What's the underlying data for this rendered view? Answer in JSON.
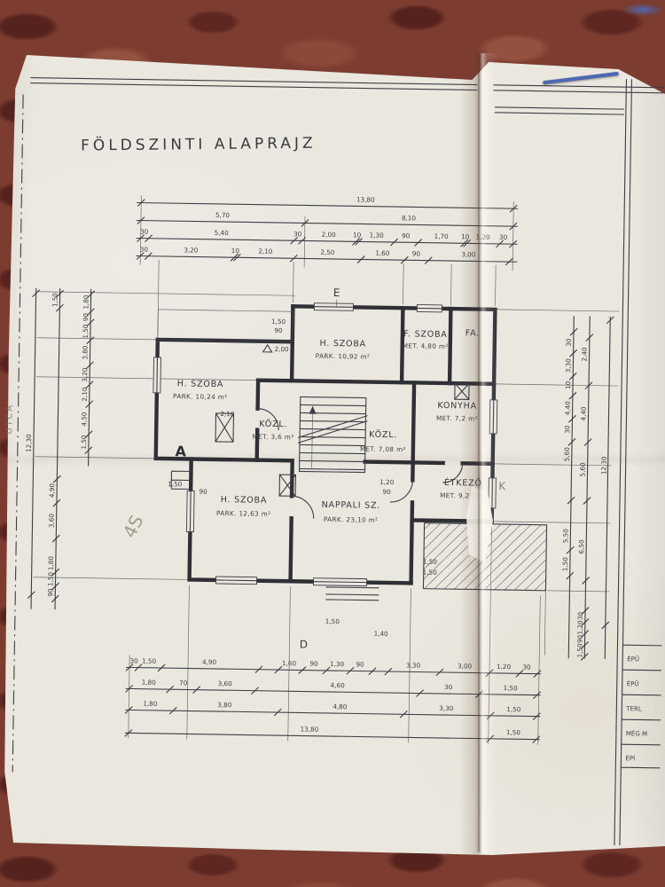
{
  "title": "FÖLDSZINTI ALAPRAJZ",
  "markers": {
    "e": "E",
    "a": "A",
    "k": "K",
    "d": "D",
    "pencil": "4S",
    "street": "UTCA"
  },
  "rooms": [
    {
      "name": "H. SZOBA",
      "detail": "PARK. 10,24 m²"
    },
    {
      "name": "H. SZOBA",
      "detail": "PARK. 10,92 m²"
    },
    {
      "name": "F. SZOBA",
      "detail": "MET. 4,80 m²"
    },
    {
      "name": "FA.",
      "detail": ""
    },
    {
      "name": "KONYHA",
      "detail": "MET. 7,2 m²"
    },
    {
      "name": "KÖZL.",
      "detail": "MET. 3,6 m²"
    },
    {
      "name": "KÖZL.",
      "detail": "MET. 7,08 m²"
    },
    {
      "name": "H. SZOBA",
      "detail": "PARK. 12,63 m²"
    },
    {
      "name": "NAPPALI SZ.",
      "detail": "PARK. 23,10 m²"
    },
    {
      "name": "ÉTKEZŐ",
      "detail": "MET. 9,20 m²"
    }
  ],
  "dims": {
    "top": {
      "r1": [
        "13,80"
      ],
      "r2": [
        "5,70",
        "8,10"
      ],
      "r3": [
        "30",
        "5,40",
        "30",
        "2,00",
        "10",
        "1,30",
        "90",
        "1,70",
        "10",
        "1,20",
        "30"
      ],
      "r4": [
        "30",
        "3,20",
        "10",
        "2,10",
        "2,50",
        "1,60",
        "90",
        "3,00"
      ]
    },
    "bottom": {
      "r1": [
        "30",
        "1,50",
        "4,90",
        "1,60",
        "90",
        "1,30",
        "90",
        "3,30",
        "3,00",
        "1,20",
        "30"
      ],
      "r2": [
        "1,80",
        "70",
        "3,60",
        "4,60",
        "30",
        "1,50"
      ],
      "r3": [
        "1,80",
        "3,80",
        "4,80",
        "3,30",
        "1,50"
      ],
      "r4": [
        "13,80",
        "1,50"
      ]
    },
    "left": {
      "inner": [
        "1,80",
        "90",
        "1,50",
        "3,80",
        "3,20",
        "2,10",
        "4,50",
        "1,50"
      ],
      "outer": [
        "1,50",
        "4,90",
        "3,60",
        "1,80",
        "1,50",
        "90"
      ],
      "overall": "12,30"
    },
    "right": {
      "inner": [
        "30",
        "3,30",
        "10",
        "4,40",
        "30",
        "5,60",
        "5,50",
        "1,50"
      ],
      "outer": [
        "2,40",
        "4,40",
        "5,60",
        "6,50"
      ],
      "overall": "12,30",
      "cluster": [
        "30",
        "1,20",
        "90",
        "1,50"
      ]
    },
    "interior": [
      "2,10",
      "1,50",
      "90",
      "1,20",
      "90",
      "1,50",
      "1,50",
      "1,40",
      "1,50",
      "90",
      "2,00",
      "1,50"
    ]
  },
  "titleblock": {
    "rows": [
      "ÉPÜ",
      "ÉPÜ",
      "TERL",
      "MÉG M",
      "ÉPÍ"
    ]
  }
}
